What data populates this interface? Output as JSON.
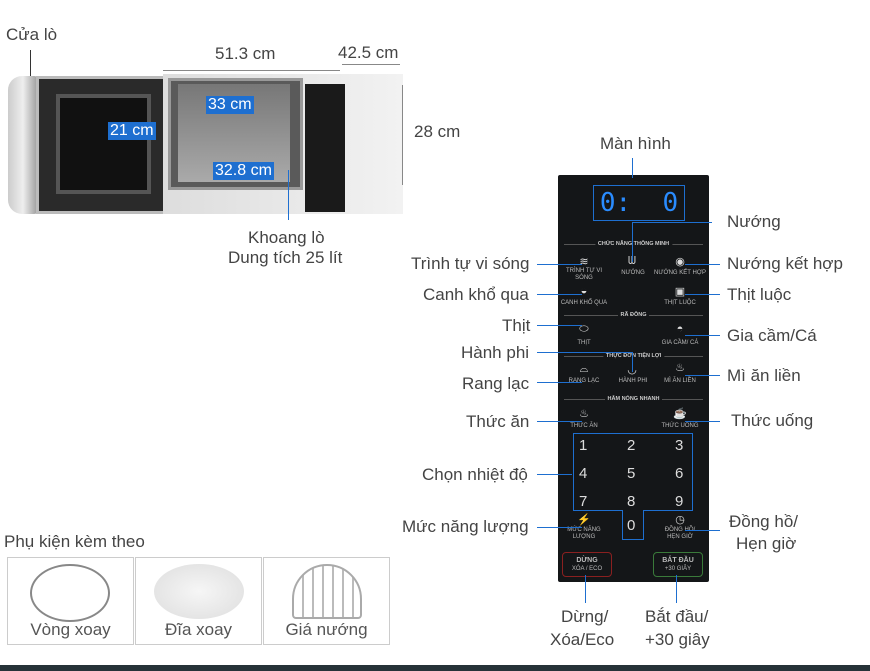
{
  "microwave": {
    "door_label": "Cửa lò",
    "width": "51.3 cm",
    "depth": "42.5 cm",
    "height": "28 cm",
    "cavity_width": "33 cm",
    "cavity_height": "21 cm",
    "cavity_depth": "32.8 cm",
    "cavity_label": "Khoang lò",
    "capacity": "Dung tích 25 lít"
  },
  "panel": {
    "display_label": "Màn hình",
    "display_value": "0:  0",
    "sections": [
      "CHỨC NĂNG THÔNG MINH",
      "RÃ ĐÔNG",
      "THỰC ĐƠN TIỆN LỢI",
      "HÂM NÓNG NHANH"
    ],
    "buttons": {
      "trinh_tu": "TRÌNH TỰ VI SÓNG",
      "nuong": "NƯỚNG",
      "nuong_ket_hop": "NƯỚNG KẾT HỢP",
      "canh_kho_qua": "CANH KHỔ QUA",
      "thit_luoc": "THỊT LUỘC",
      "thit": "THỊT",
      "gia_cam": "GIA CẦM/ CÁ",
      "rang_lac": "RANG LẠC",
      "hanh_phi": "HÀNH PHI",
      "mi_an_lien": "MÌ ĂN LIỀN",
      "thuc_an": "THỨC ĂN",
      "thuc_uong": "THỨC UỐNG",
      "muc_nang_luong": "MỨC NĂNG LƯỢNG",
      "dong_ho": "ĐỒNG HỒ/ HẸN GIỜ",
      "dung": "DỪNG",
      "xoa_eco": "XÓA / ECO",
      "bat_dau": "BẮT ĐẦU",
      "plus30": "+30 GIÂY"
    },
    "keys": [
      "1",
      "2",
      "3",
      "4",
      "5",
      "6",
      "7",
      "8",
      "9",
      "0"
    ]
  },
  "callouts": {
    "nuong": "Nướng",
    "trinh_tu": "Trình tự vi sóng",
    "nuong_ket_hop": "Nướng kết hợp",
    "canh_kho_qua": "Canh khổ qua",
    "thit_luoc": "Thịt luộc",
    "thit": "Thịt",
    "gia_cam": "Gia cầm/Cá",
    "hanh_phi": "Hành phi",
    "mi_an_lien": "Mì ăn liền",
    "rang_lac": "Rang lạc",
    "thuc_an": "Thức ăn",
    "thuc_uong": "Thức uống",
    "chon_nhiet_do": "Chọn nhiệt độ",
    "muc_nang_luong": "Mức năng lượng",
    "dong_ho_1": "Đồng hồ/",
    "dong_ho_2": "Hẹn giờ",
    "dung_1": "Dừng/",
    "dung_2": "Xóa/Eco",
    "bat_dau_1": "Bắt đầu/",
    "bat_dau_2": "+30 giây"
  },
  "accessories": {
    "title": "Phụ kiện kèm theo",
    "items": [
      "Vòng xoay",
      "Đĩa xoay",
      "Giá nướng"
    ]
  }
}
